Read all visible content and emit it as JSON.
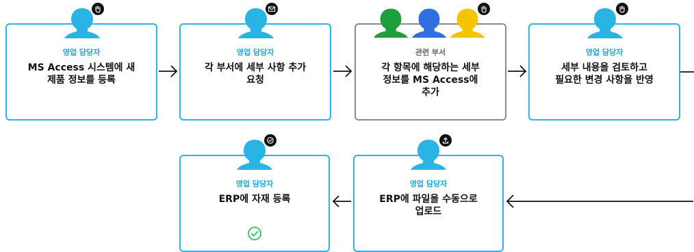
{
  "colors": {
    "accent": "#2ab4e6",
    "gray": "#8a8a8a",
    "green": "#1f9e3c",
    "blue": "#2f6fe0",
    "yellow": "#f5c400",
    "check": "#2fbf5b"
  },
  "steps": [
    {
      "role": "영업 담당자",
      "title_lines": [
        "MS Access 시스템에 새",
        "제품 정보를 등록"
      ],
      "icon": "hand-icon"
    },
    {
      "role": "영업 담당자",
      "title_lines": [
        "각 부서에 세부 사항 추가",
        "요청"
      ],
      "icon": "mail-icon"
    },
    {
      "role": "관련 부서",
      "title_lines": [
        "각 항목에 해당하는 세부",
        "정보를 MS Access에",
        "추가"
      ],
      "icon": "hand-icon"
    },
    {
      "role": "영업 담당자",
      "title_lines": [
        "세부 내용을 검토하고",
        "필요한 변경 사항을 반영"
      ],
      "icon": "hand-icon"
    },
    {
      "role": "영업 담당자",
      "title_lines": [
        "ERP에 파일을 수동으로",
        "업로드"
      ],
      "icon": "upload-icon"
    },
    {
      "role": "영업 담당자",
      "title_lines": [
        "ERP에 자재 등록"
      ],
      "icon": "verified-icon"
    }
  ]
}
